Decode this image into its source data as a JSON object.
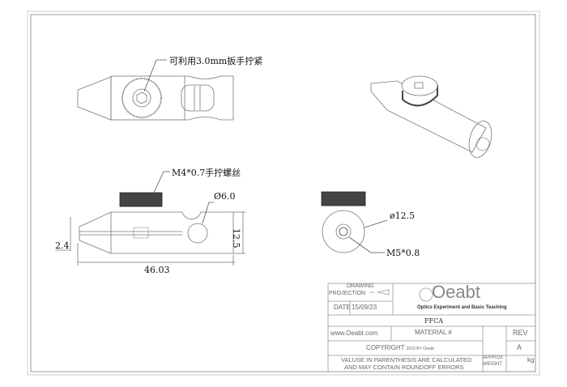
{
  "annotations": {
    "wrench_note": "可利用3.0mm扳手拧紧",
    "thumb_screw": "M4*0.7手拧螺丝",
    "hole_dia": "Ø6.0",
    "height_dim": "12.5",
    "slot_dim": "2.4",
    "length_dim": "46.03",
    "outer_dia": "ø12.5",
    "thread": "M5*0.8"
  },
  "title_block": {
    "drawing_projection": "DRAWING",
    "projection_label": "PROJECTION",
    "date_label": "DATE",
    "date_value": "15/09/23",
    "logo_text": "Oeabt",
    "logo_tagline": "Optics Experiment and Basic Teaching",
    "part_name": "FFCA",
    "website": "www.Oeabt.com",
    "material_label": "MATERIAL #",
    "rev_label": "REV",
    "rev_value": "A",
    "copyright": "COPYRIGHT",
    "copyright_year": "2019 BY Oeabt",
    "note_line1": "VALUSE IN PARENTHESIS ARE CALCULATED",
    "note_line2": "AND MAY CONTAIN ROUNDOFF ERRORS",
    "weight_label1": "APPROX",
    "weight_label2": "WEIGHT",
    "weight_unit": "kg"
  }
}
